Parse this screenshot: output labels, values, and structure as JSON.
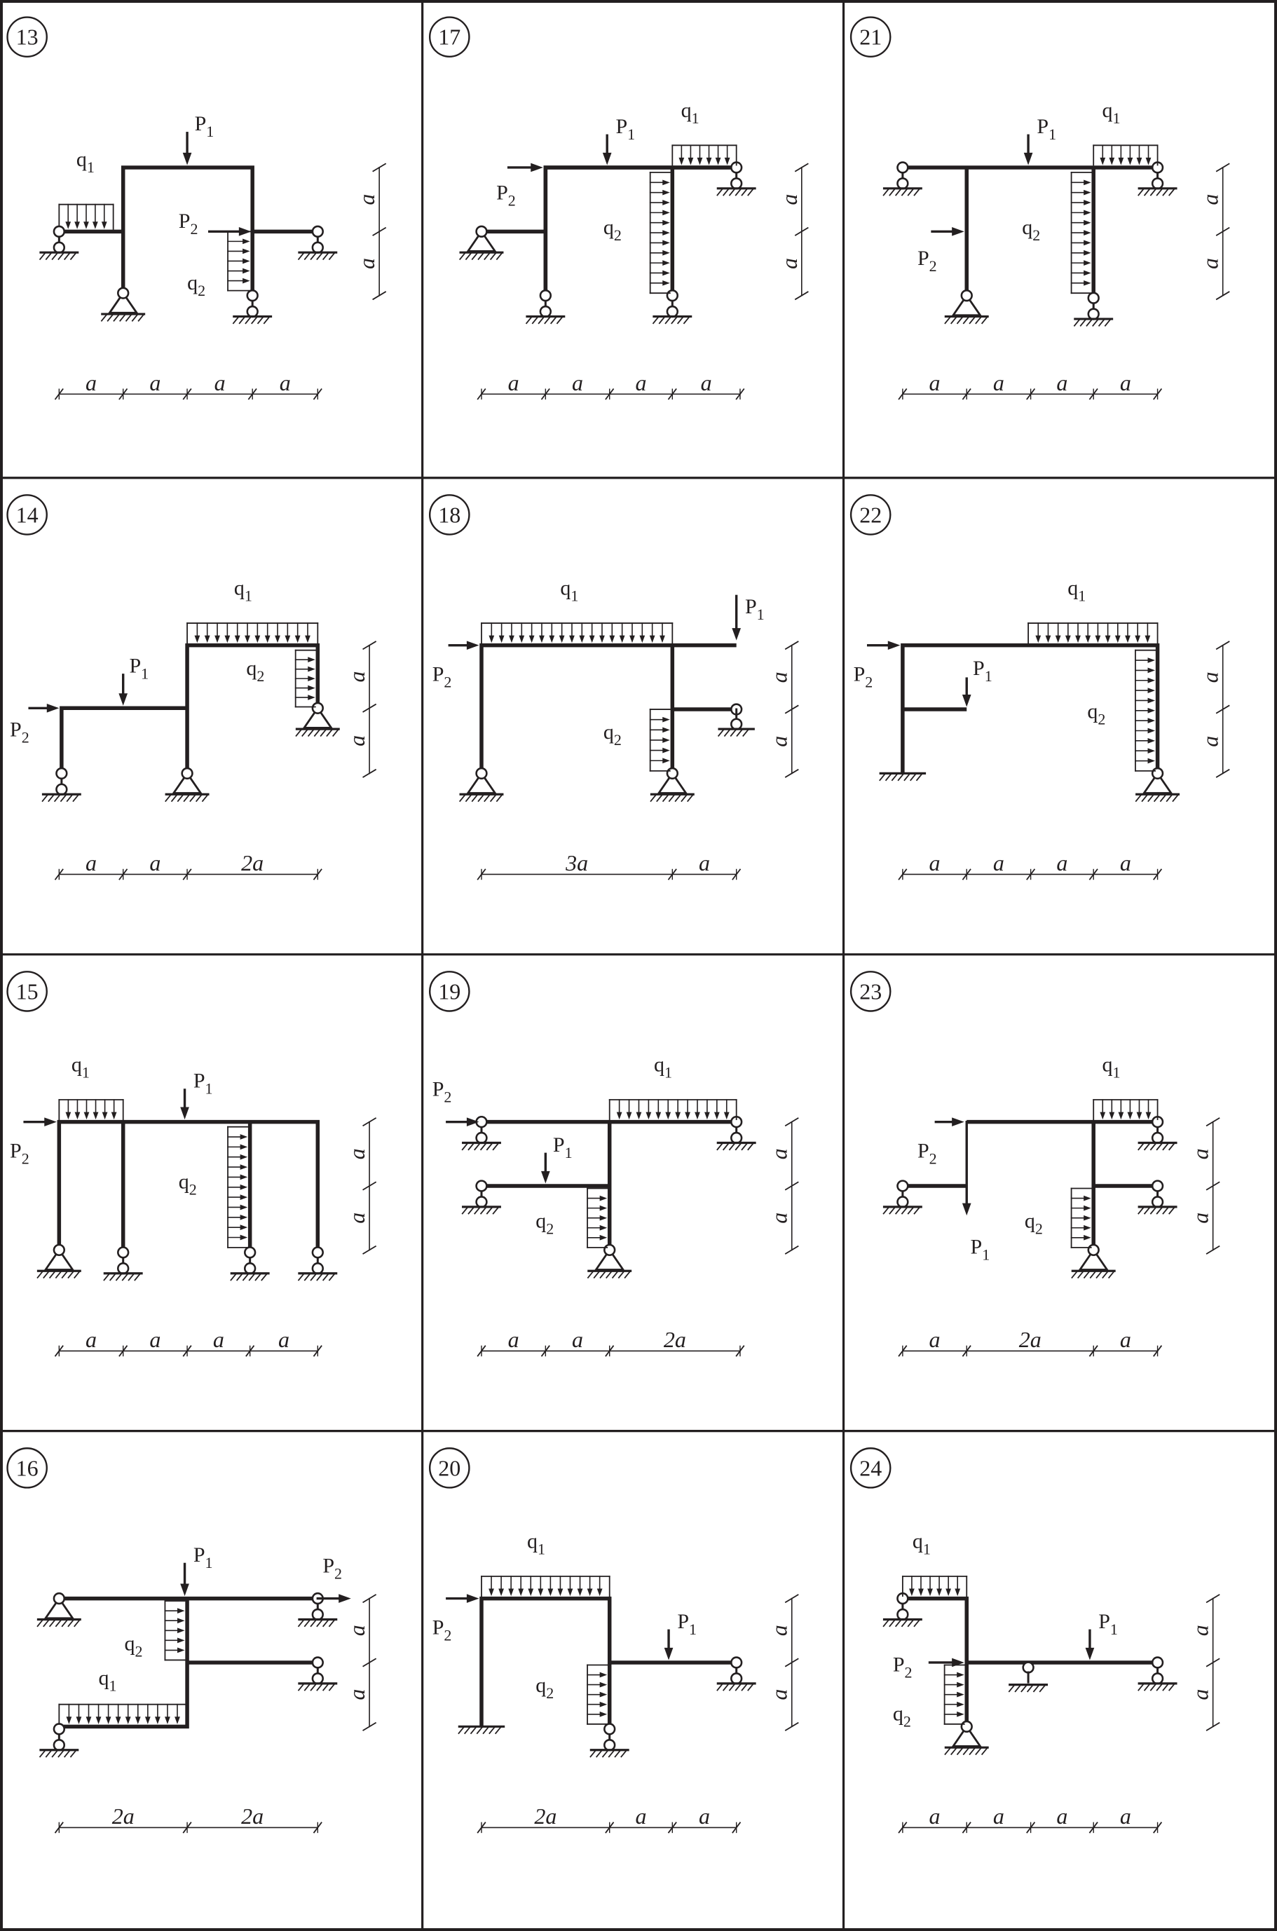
{
  "colors": {
    "ink": "#231f20",
    "paper": "#ffffff"
  },
  "panels": [
    {
      "num": "13",
      "dims": [
        "a",
        "a",
        "a",
        "a"
      ],
      "vdims": [
        "a",
        "a"
      ],
      "labels": {
        "q1": "q",
        "q2": "q",
        "P1": "P",
        "P2": "P"
      }
    },
    {
      "num": "17",
      "dims": [
        "a",
        "a",
        "a",
        "a"
      ],
      "vdims": [
        "a",
        "a"
      ],
      "labels": {
        "q1": "q",
        "q2": "q",
        "P1": "P",
        "P2": "P"
      }
    },
    {
      "num": "21",
      "dims": [
        "a",
        "a",
        "a",
        "a"
      ],
      "vdims": [
        "a",
        "a"
      ],
      "labels": {
        "q1": "q",
        "q2": "q",
        "P1": "P",
        "P2": "P"
      }
    },
    {
      "num": "14",
      "dims": [
        "a",
        "a",
        "2a"
      ],
      "vdims": [
        "a",
        "a"
      ],
      "labels": {
        "q1": "q",
        "q2": "q",
        "P1": "P",
        "P2": "P"
      }
    },
    {
      "num": "18",
      "dims": [
        "3a",
        "a"
      ],
      "vdims": [
        "a",
        "a"
      ],
      "labels": {
        "q1": "q",
        "q2": "q",
        "P1": "P",
        "P2": "P"
      }
    },
    {
      "num": "22",
      "dims": [
        "a",
        "a",
        "a",
        "a"
      ],
      "vdims": [
        "a",
        "a"
      ],
      "labels": {
        "q1": "q",
        "q2": "q",
        "P1": "P",
        "P2": "P"
      }
    },
    {
      "num": "15",
      "dims": [
        "a",
        "a",
        "a",
        "a"
      ],
      "vdims": [
        "a",
        "a"
      ],
      "labels": {
        "q1": "q",
        "q2": "q",
        "P1": "P",
        "P2": "P"
      }
    },
    {
      "num": "19",
      "dims": [
        "a",
        "a",
        "2a"
      ],
      "vdims": [
        "a",
        "a"
      ],
      "labels": {
        "q1": "q",
        "q2": "q",
        "P1": "P",
        "P2": "P"
      }
    },
    {
      "num": "23",
      "dims": [
        "a",
        "2a",
        "a"
      ],
      "vdims": [
        "a",
        "a"
      ],
      "labels": {
        "q1": "q",
        "q2": "q",
        "P1": "P",
        "P2": "P"
      }
    },
    {
      "num": "16",
      "dims": [
        "2a",
        "2a"
      ],
      "vdims": [
        "a",
        "a"
      ],
      "labels": {
        "q1": "q",
        "q2": "q",
        "P1": "P",
        "P2": "P"
      }
    },
    {
      "num": "20",
      "dims": [
        "2a",
        "a",
        "a"
      ],
      "vdims": [
        "a",
        "a"
      ],
      "labels": {
        "q1": "q",
        "q2": "q",
        "P1": "P",
        "P2": "P"
      }
    },
    {
      "num": "24",
      "dims": [
        "a",
        "a",
        "a",
        "a"
      ],
      "vdims": [
        "a",
        "a"
      ],
      "labels": {
        "q1": "q",
        "q2": "q",
        "P1": "P",
        "P2": "P"
      }
    }
  ]
}
